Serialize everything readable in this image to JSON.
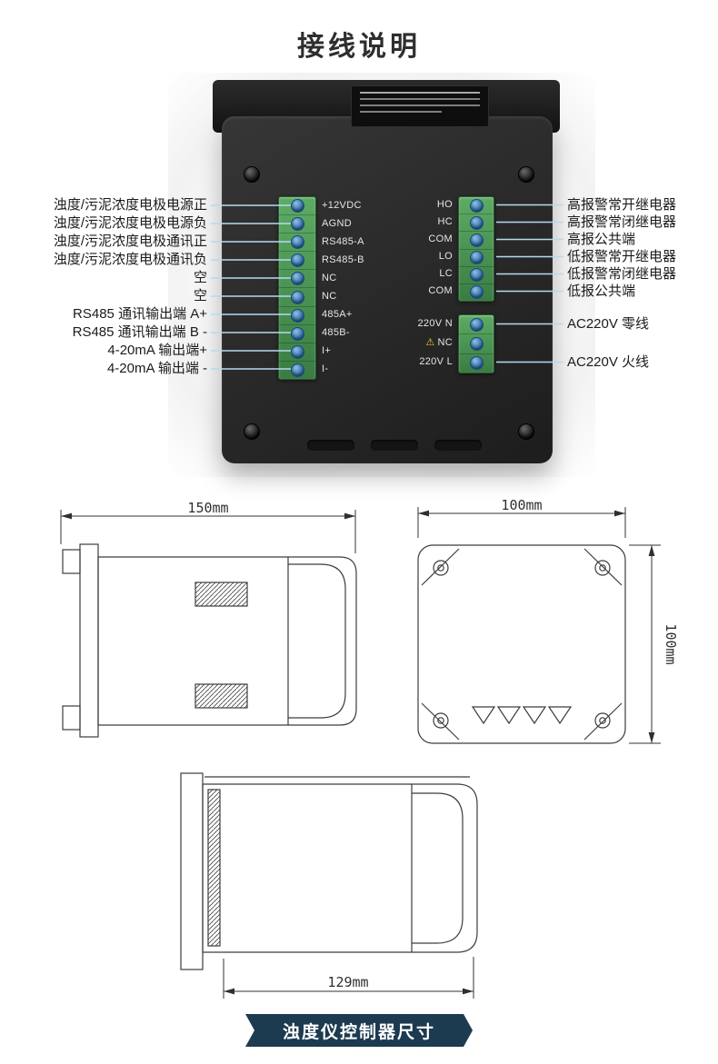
{
  "title": "接线说明",
  "wiring": {
    "left_labels": [
      "浊度/污泥浓度电极电源正",
      "浊度/污泥浓度电极电源负",
      "浊度/污泥浓度电极通讯正",
      "浊度/污泥浓度电极通讯负",
      "空",
      "空",
      "RS485 通讯输出端 A+",
      "RS485 通讯输出端 B -",
      "4-20mA 输出端+",
      "4-20mA 输出端 -"
    ],
    "right_labels": [
      "高报警常开继电器",
      "高报警常闭继电器",
      "高报公共端",
      "低报警常开继电器",
      "低报警常闭继电器",
      "低报公共端"
    ],
    "power_labels": [
      "AC220V 零线",
      "AC220V 火线"
    ],
    "terminal_left": [
      "+12VDC",
      "AGND",
      "RS485-A",
      "RS485-B",
      "NC",
      "NC",
      "485A+",
      "485B-",
      "I+",
      "I-"
    ],
    "terminal_right": [
      "HO",
      "HC",
      "COM",
      "LO",
      "LC",
      "COM"
    ],
    "terminal_power": [
      "220V N",
      "NC",
      "220V L"
    ],
    "warning_icon": "⚠"
  },
  "dimensions": {
    "side_width": "150mm",
    "front_width": "100mm",
    "front_height": "100mm",
    "depth": "129mm"
  },
  "banner": "浊度仪控制器尺寸",
  "colors": {
    "terminal_green": "#4a9152",
    "screw_blue": "#2f6fae",
    "wire_line": "#b5daf0",
    "banner_bg": "#1c3a50"
  }
}
